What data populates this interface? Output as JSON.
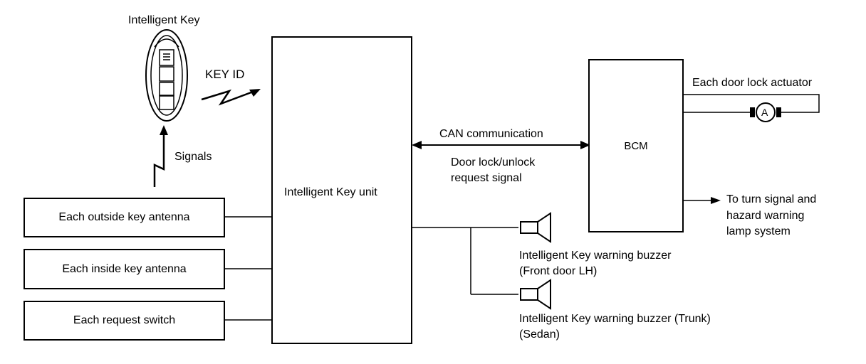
{
  "intelligent_key": {
    "label": "Intelligent Key"
  },
  "key_id": "KEY ID",
  "signals": "Signals",
  "antennas": {
    "outside": "Each outside key antenna",
    "inside": "Each inside key antenna",
    "request": "Each request switch"
  },
  "key_unit": {
    "label": "Intelligent Key unit"
  },
  "can": {
    "title": "CAN communication",
    "line1": "Door lock/unlock",
    "line2": "request signal"
  },
  "bcm": {
    "label": "BCM"
  },
  "door_lock": {
    "label": "Each door lock actuator",
    "motor": "A"
  },
  "turn_signal": {
    "line1": "To turn signal and",
    "line2": "hazard warning",
    "line3": "lamp system"
  },
  "buzzer_front": {
    "line1": "Intelligent Key warning buzzer",
    "line2": "(Front door LH)"
  },
  "buzzer_trunk": {
    "line1": "Intelligent Key warning buzzer (Trunk)",
    "line2": "(Sedan)"
  }
}
